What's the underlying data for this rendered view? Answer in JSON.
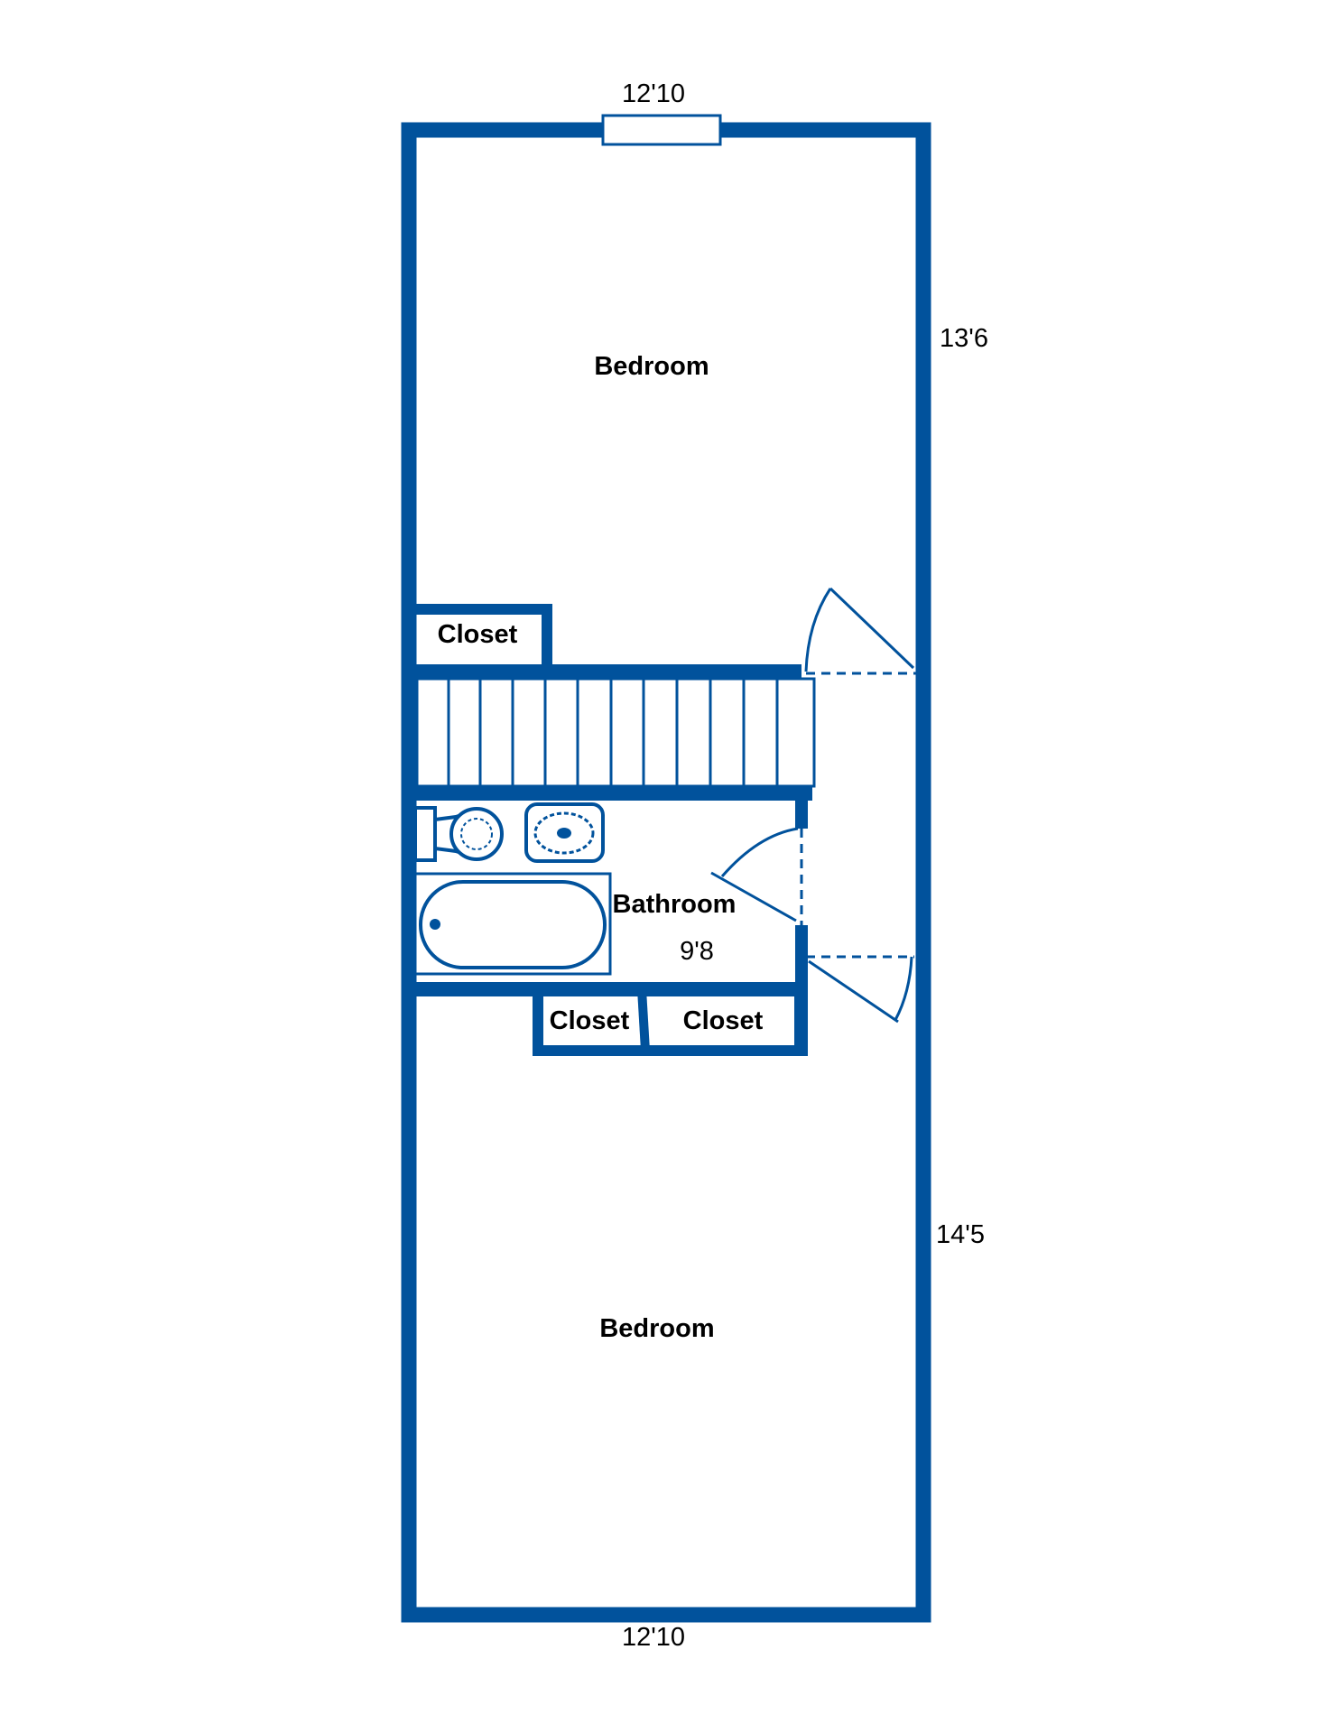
{
  "floor_plan": {
    "colors": {
      "wall": "#01529c",
      "background": "#ffffff",
      "label": "#000000"
    },
    "rooms": {
      "bedroom_top": "Bedroom",
      "bedroom_bottom": "Bedroom",
      "bathroom": "Bathroom",
      "closet_top": "Closet",
      "closet_bottom_left": "Closet",
      "closet_bottom_right": "Closet"
    },
    "dimensions": {
      "top_width": "12'10",
      "bottom_width": "12'10",
      "top_bedroom_depth": "13'6",
      "bottom_bedroom_depth": "14'5",
      "bathroom_width": "9'8"
    },
    "fixtures": [
      "toilet-icon",
      "sink-icon",
      "bathtub-icon",
      "stairs-icon",
      "window-icon",
      "door-swing-icon"
    ]
  }
}
